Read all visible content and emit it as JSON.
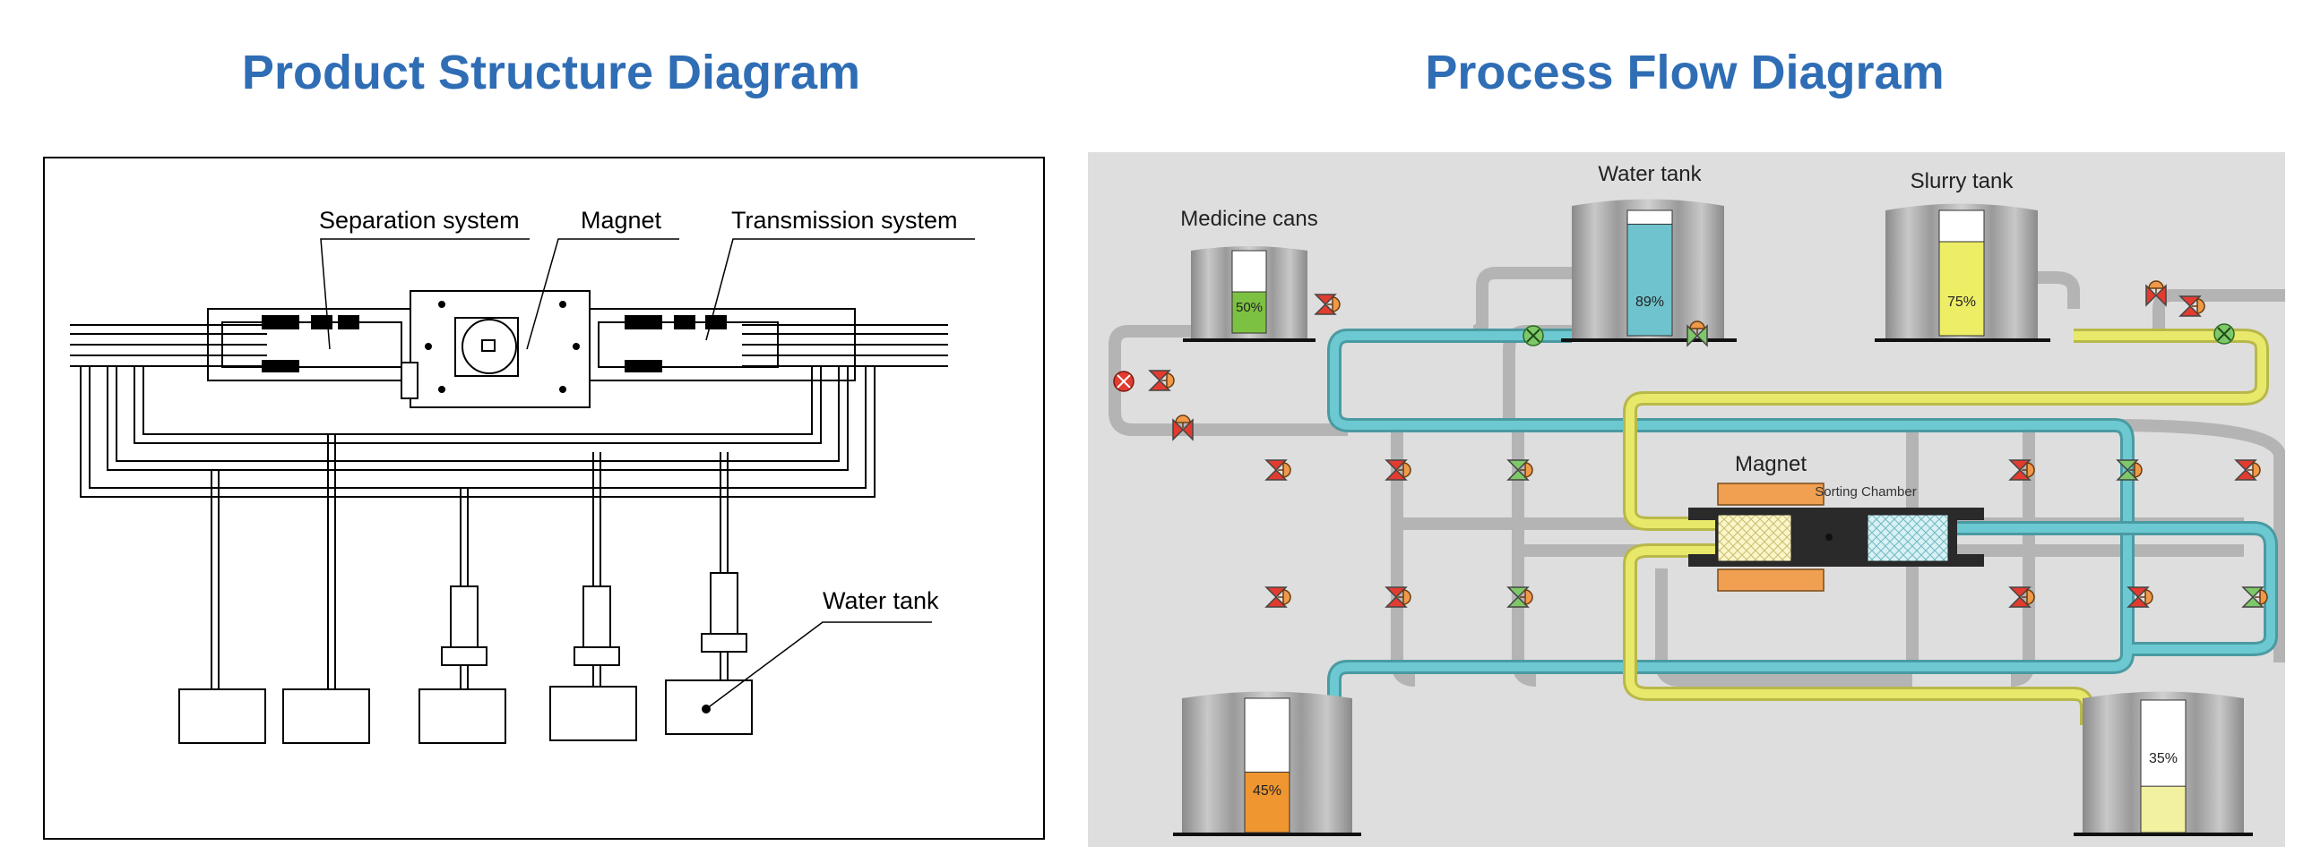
{
  "product_structure": {
    "title": "Product Structure Diagram",
    "labels": {
      "separation": "Separation system",
      "magnet": "Magnet",
      "transmission": "Transmission system",
      "water_tank": "Water tank"
    }
  },
  "process_flow": {
    "title": "Process Flow Diagram",
    "tanks": {
      "medicine": {
        "label": "Medicine cans",
        "level": 50,
        "level_text": "50%",
        "color": "#7dc142"
      },
      "water": {
        "label": "Water tank",
        "level": 89,
        "level_text": "89%",
        "color": "#6fc3cf"
      },
      "slurry": {
        "label": "Slurry tank",
        "level": 75,
        "level_text": "75%",
        "color": "#eded66"
      },
      "bottom_left": {
        "level": 45,
        "level_text": "45%",
        "color": "#ef9630"
      },
      "finished": {
        "level": 35,
        "level_text": "35%",
        "color": "#f1f1a0"
      }
    },
    "magnet_label": "Magnet",
    "sorting_label": "Sorting Chamber",
    "colors": {
      "water_pipe": "#5bc0c8",
      "slurry_pipe": "#e3e36a",
      "grey_pipe": "#b4b4b4",
      "valve_red": "#e23b2f",
      "valve_green": "#7ec86a",
      "actuator": "#ee9a4a",
      "magnet": "#f0a050",
      "background": "#dedede"
    }
  }
}
